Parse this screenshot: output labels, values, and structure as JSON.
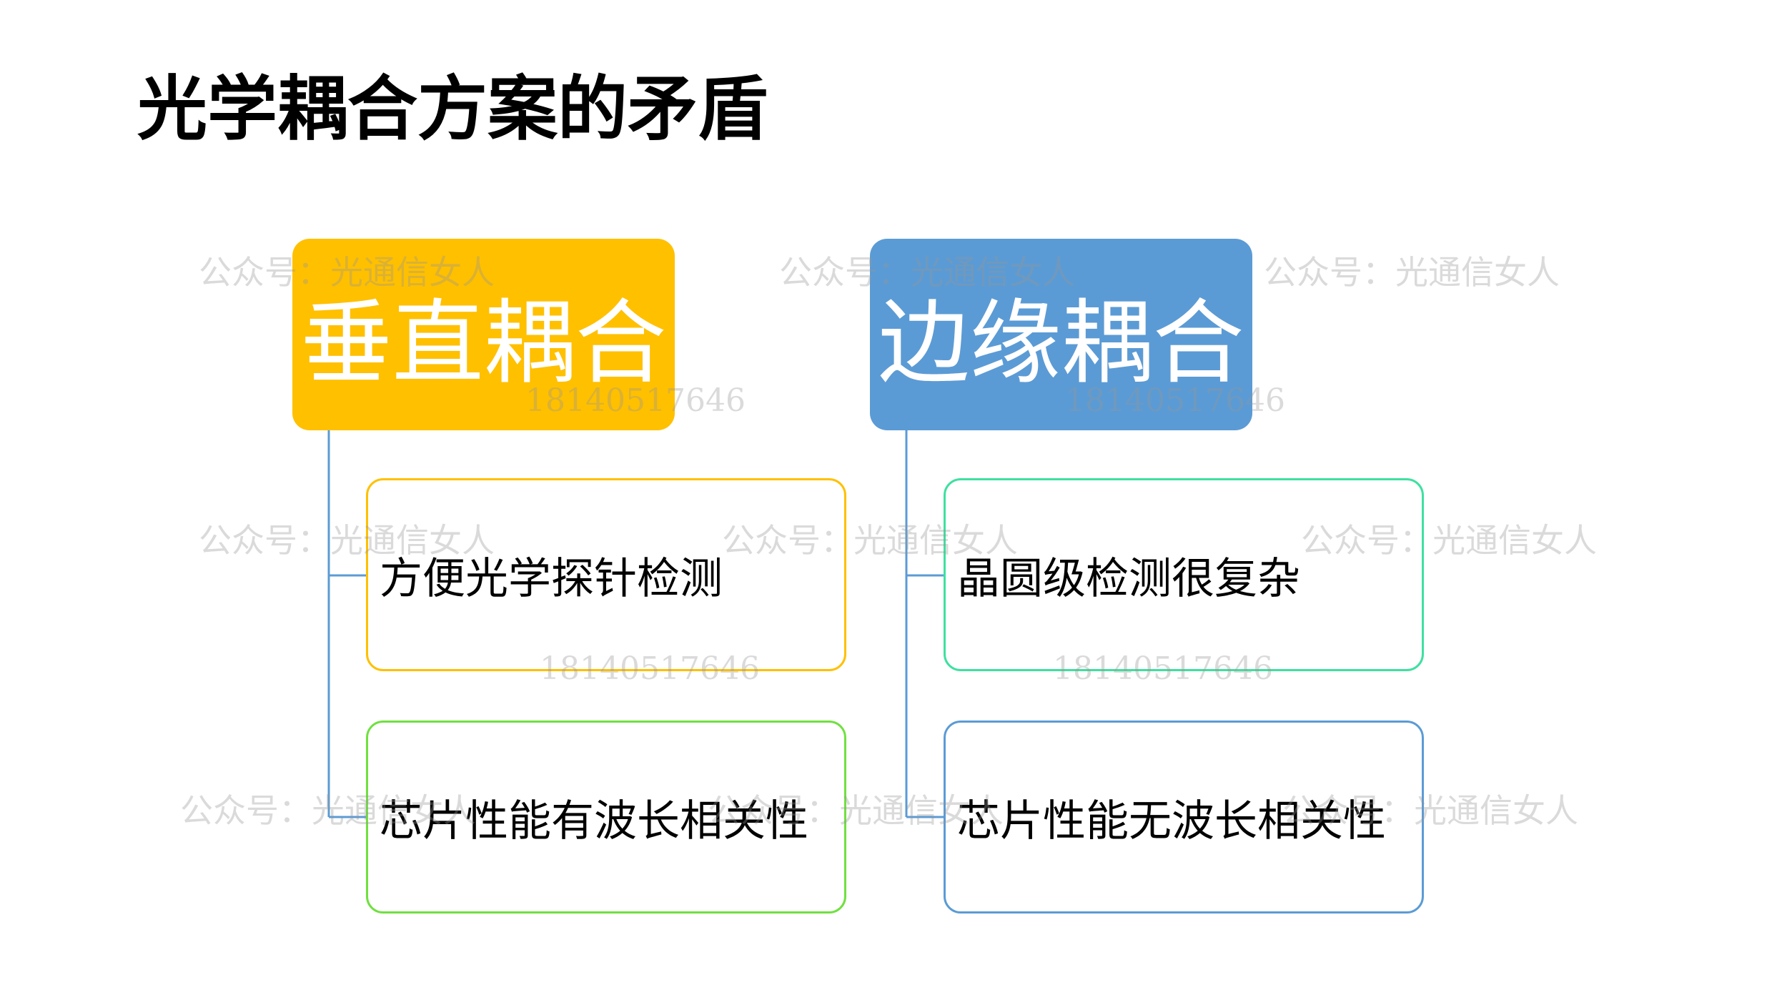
{
  "title": "光学耦合方案的矛盾",
  "columns": [
    {
      "heading": "垂直耦合",
      "color": "#ffc000",
      "items": [
        "方便光学探针检测",
        "芯片性能有波长相关性"
      ]
    },
    {
      "heading": "边缘耦合",
      "color": "#5b9bd5",
      "items": [
        "晶圆级检测很复杂",
        "芯片性能无波长相关性"
      ]
    }
  ],
  "connector_color": "#5b9bd5",
  "watermark": {
    "account": "公众号：光通信女人",
    "phone": "18140517646"
  }
}
